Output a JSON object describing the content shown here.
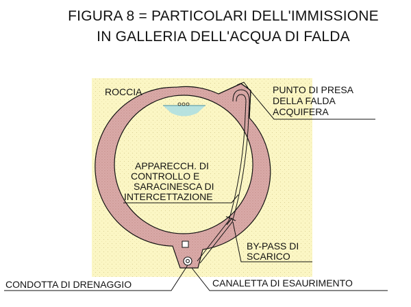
{
  "title": {
    "line1": "FIGURA 8  =  PARTICOLARI DELL'IMMISSIONE",
    "line2": "IN GALLERIA DELL'ACQUA DI FALDA"
  },
  "labels": {
    "roccia": "ROCCIA",
    "punto_presa": [
      "PUNTO DI PRESA",
      "DELLA FALDA",
      "ACQUIFERA"
    ],
    "apparecchiature": [
      "APPARECCH. DI",
      "CONTROLLO E",
      "SARACINESCA DI",
      "INTERCETTAZIONE"
    ],
    "by_pass": [
      "BY-PASS DI",
      "SCARICO"
    ],
    "condotta": "CONDOTTA DI DRENAGGIO",
    "canaletta": "CANALETTA DI ESAURIMENTO"
  },
  "colors": {
    "rock": "#fbf6c4",
    "lining": "#d9aaa8",
    "water": "#a6dde6",
    "line": "#111111"
  }
}
